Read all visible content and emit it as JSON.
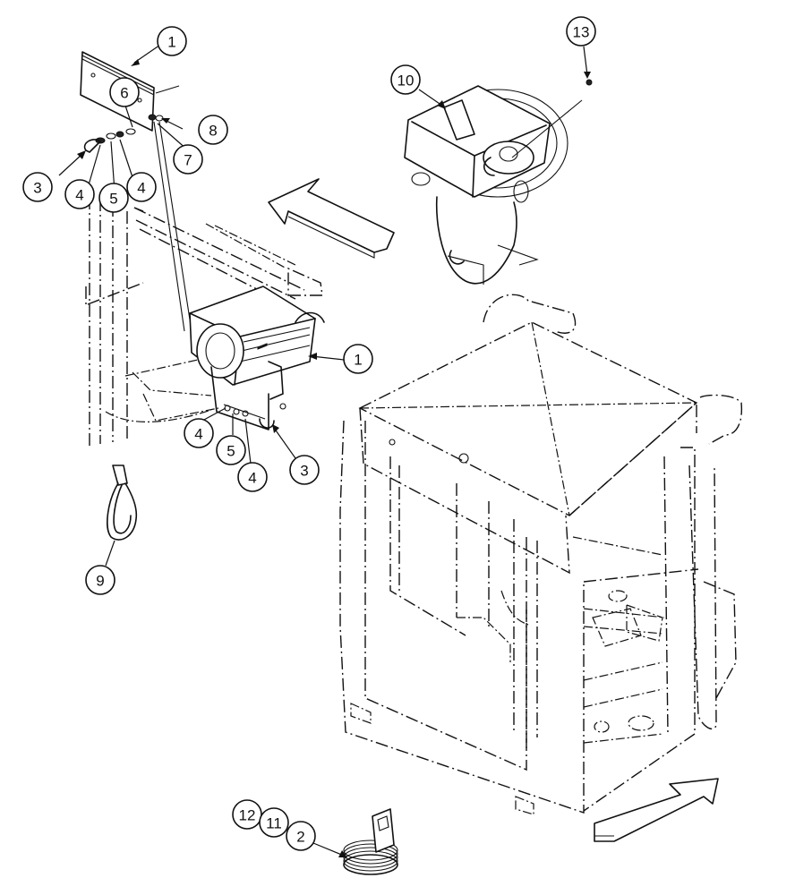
{
  "callouts": {
    "c1_top": "1",
    "c1_mid": "1",
    "c2": "2",
    "c3_left": "3",
    "c3_right": "3",
    "c4_a": "4",
    "c4_b": "4",
    "c4_c": "4",
    "c4_d": "4",
    "c5_a": "5",
    "c5_b": "5",
    "c6": "6",
    "c7": "7",
    "c8": "8",
    "c9": "9",
    "c10": "10",
    "c11": "11",
    "c12": "12",
    "c13": "13"
  }
}
